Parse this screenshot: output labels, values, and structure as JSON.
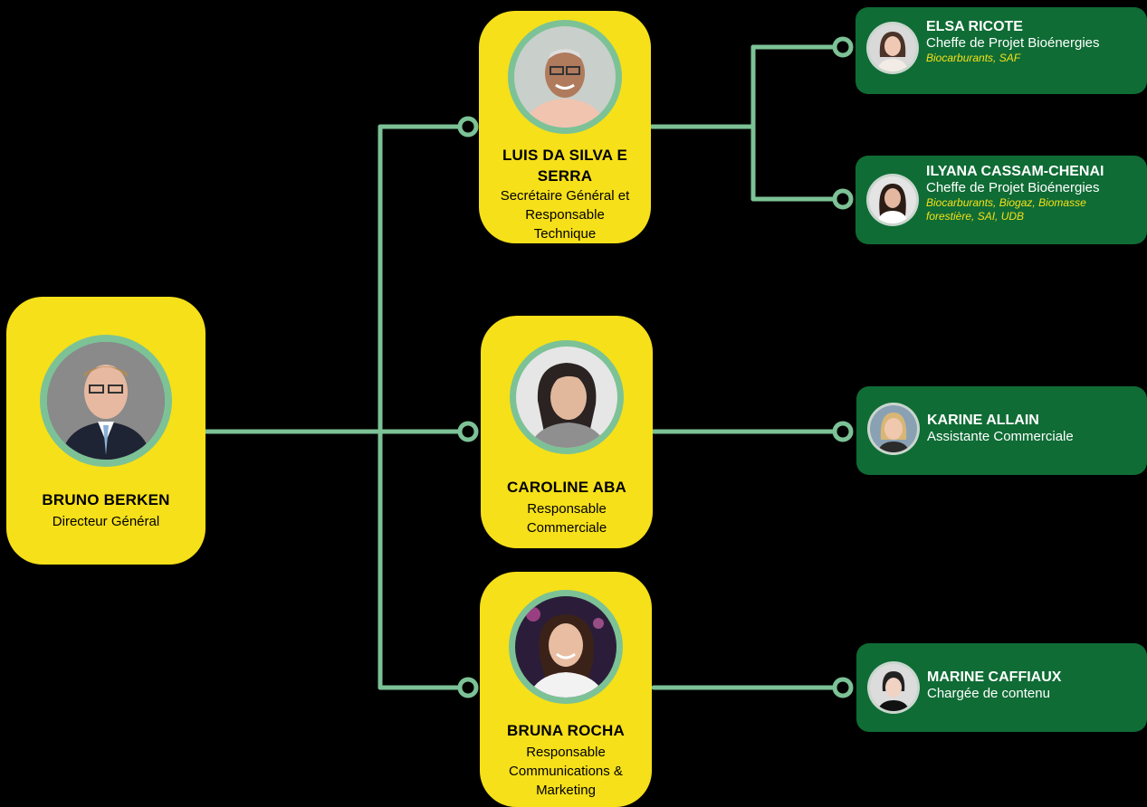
{
  "director": {
    "name": "BRUNO BERKEN",
    "role": "Directeur Général"
  },
  "managers": [
    {
      "name": "LUIS DA SILVA E SERRA",
      "role": "Secrétaire Général et Responsable Technique"
    },
    {
      "name": "CAROLINE ABA",
      "role": "Responsable Commerciale"
    },
    {
      "name": "BRUNA ROCHA",
      "role": "Responsable Communications & Marketing"
    }
  ],
  "staff": [
    {
      "name": "ELSA RICOTE",
      "role": "Cheffe de Projet Bioénergies",
      "focus": "Biocarburants, SAF"
    },
    {
      "name": "ILYANA CASSAM-CHENAI",
      "role": "Cheffe de Projet Bioénergies",
      "focus": "Biocarburants, Biogaz, Biomasse forestière, SAI, UDB"
    },
    {
      "name": "KARINE ALLAIN",
      "role": "Assistante Commerciale"
    },
    {
      "name": "MARINE CAFFIAUX",
      "role": "Chargée de contenu"
    }
  ],
  "colors": {
    "card": "#f6e019",
    "connector": "#7cc296",
    "staff_card": "#0f6c35",
    "focus_text": "#f6e019"
  }
}
